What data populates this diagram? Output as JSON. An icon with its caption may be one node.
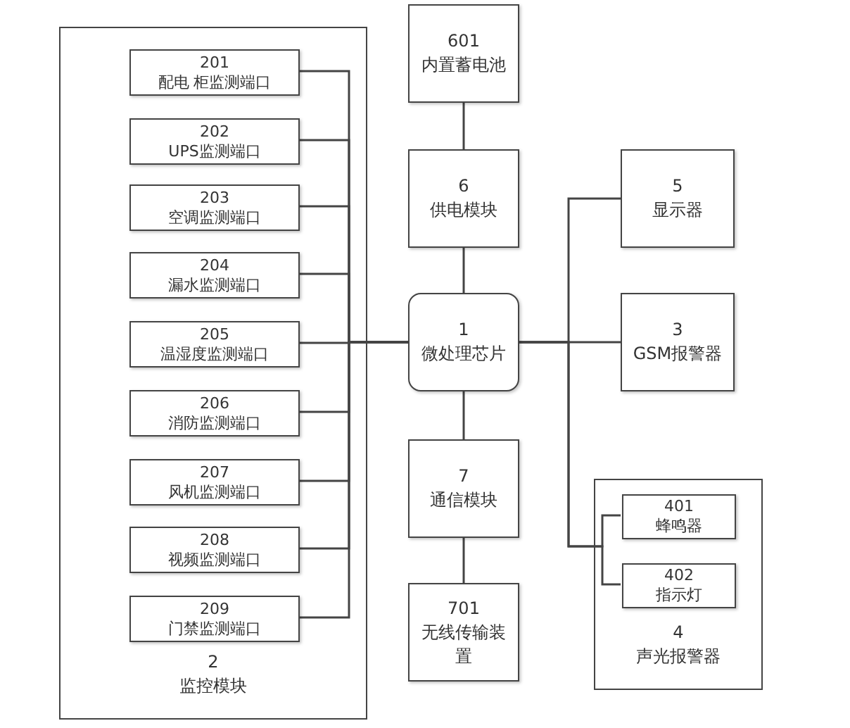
{
  "diagram": {
    "nodes": [
      {
        "text": [
          "2",
          "监控模块"
        ]
      },
      {
        "text": [
          "201",
          "配电 柜监测端口"
        ],
        "in": 0
      },
      {
        "text": [
          "202",
          "UPS监测端口"
        ],
        "in": 0
      },
      {
        "text": [
          "203",
          "空调监测端口"
        ],
        "in": 0
      },
      {
        "text": [
          "204",
          "漏水监测端口"
        ],
        "in": 0
      },
      {
        "text": [
          "205",
          "温湿度监测端口"
        ],
        "in": 0
      },
      {
        "text": [
          "206",
          "消防监测端口"
        ],
        "in": 0
      },
      {
        "text": [
          "207",
          "风机监测端口"
        ],
        "in": 0
      },
      {
        "text": [
          "208",
          "视频监测端口"
        ],
        "in": 0
      },
      {
        "text": [
          "209",
          "门禁监测端口"
        ],
        "in": 0
      },
      {
        "text": [
          "601",
          "内置蓄电池"
        ]
      },
      {
        "text": [
          "6",
          "供电模块"
        ]
      },
      {
        "text": [
          "1",
          "微处理芯片"
        ]
      },
      {
        "text": [
          "5",
          "显示器"
        ]
      },
      {
        "text": [
          "3",
          "GSM报警器"
        ]
      },
      {
        "text": [
          "7",
          "通信模块"
        ]
      },
      {
        "text": [
          "701",
          "无线传输装置"
        ]
      },
      {
        "text": [
          "4",
          "声光报警器"
        ]
      },
      {
        "text": [
          "401",
          "蜂鸣器"
        ],
        "in": 17
      },
      {
        "text": [
          "402",
          "指示灯"
        ],
        "in": 17
      }
    ],
    "edges": [
      {
        "from": 1,
        "to": 12,
        "arrow": "none"
      },
      {
        "from": 2,
        "to": 12,
        "arrow": "none"
      },
      {
        "from": 3,
        "to": 12,
        "arrow": "none"
      },
      {
        "from": 4,
        "to": 12,
        "arrow": "none"
      },
      {
        "from": 5,
        "to": 12,
        "arrow": "none"
      },
      {
        "from": 6,
        "to": 12,
        "arrow": "none"
      },
      {
        "from": 7,
        "to": 12,
        "arrow": "none"
      },
      {
        "from": 8,
        "to": 12,
        "arrow": "none"
      },
      {
        "from": 9,
        "to": 12,
        "arrow": "none"
      },
      {
        "from": 10,
        "to": 11,
        "arrow": "none"
      },
      {
        "from": 11,
        "to": 12,
        "arrow": "none"
      },
      {
        "from": 12,
        "to": 15,
        "arrow": "none"
      },
      {
        "from": 15,
        "to": 16,
        "arrow": "none"
      },
      {
        "from": 12,
        "to": 13,
        "arrow": "none"
      },
      {
        "from": 12,
        "to": 14,
        "arrow": "none"
      },
      {
        "from": 12,
        "to": 18,
        "arrow": "none"
      },
      {
        "from": 12,
        "to": 19,
        "arrow": "none"
      }
    ]
  }
}
